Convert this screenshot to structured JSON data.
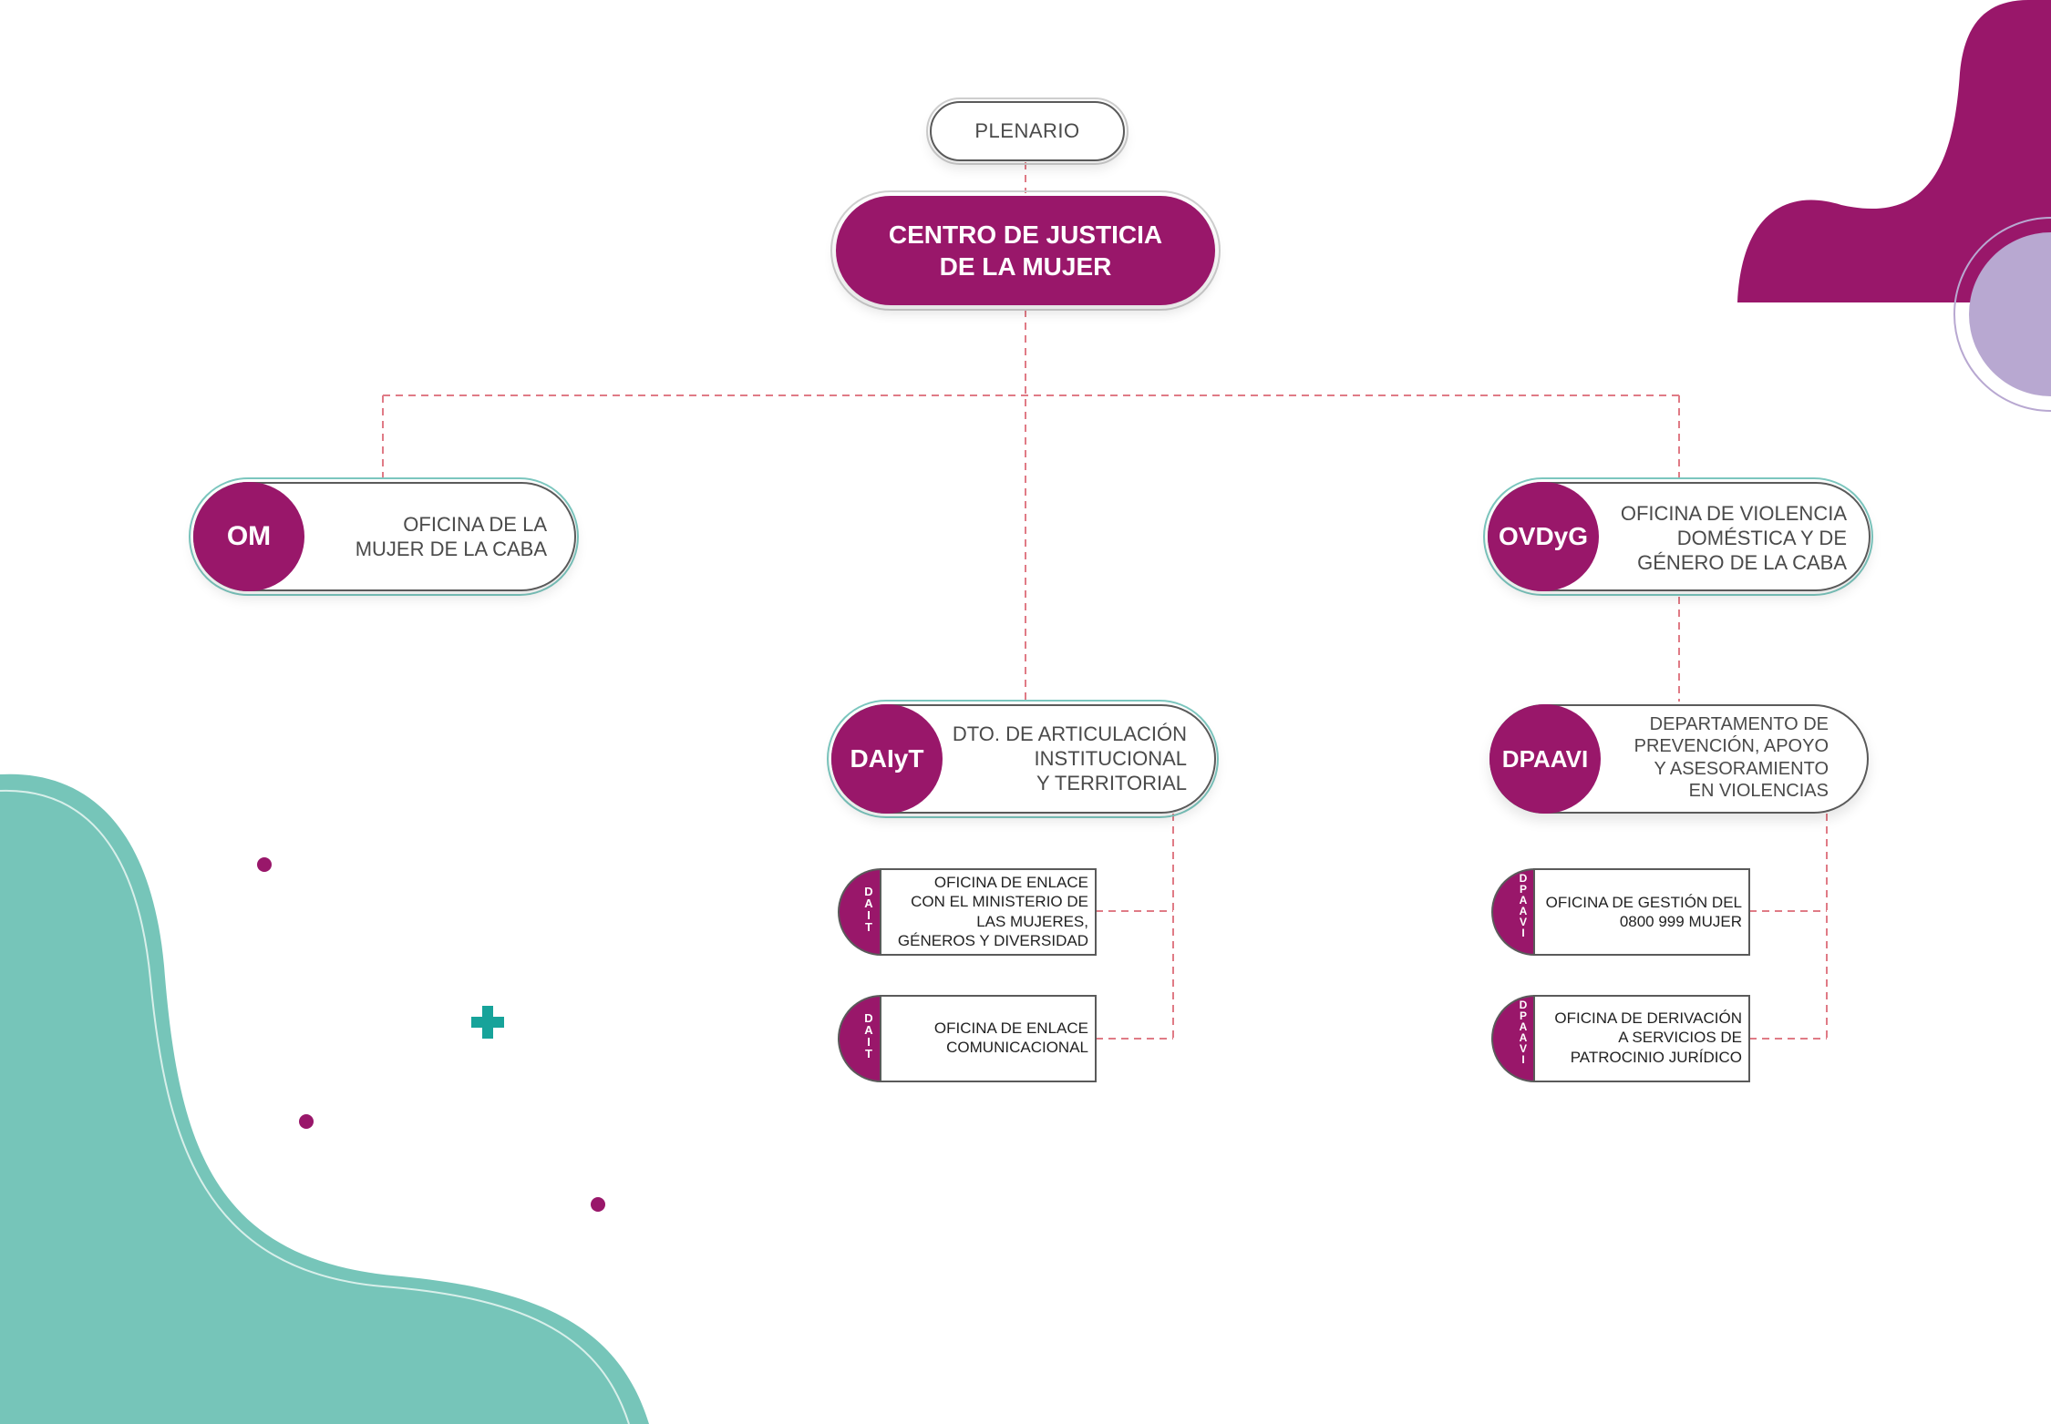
{
  "colors": {
    "primary": "#99176a",
    "teal": "#76c5b9",
    "lavender": "#b8a8d1",
    "connector": "#e07b86"
  },
  "root": {
    "label": "PLENARIO"
  },
  "center": {
    "label": "CENTRO DE JUSTICIA\nDE LA MUJER"
  },
  "om": {
    "code": "OM",
    "label": "OFICINA DE LA\nMUJER DE LA CABA"
  },
  "ovdyg": {
    "code": "OVDyG",
    "label": "OFICINA DE VIOLENCIA\nDOMÉSTICA Y DE\nGÉNERO DE LA CABA"
  },
  "daiyt": {
    "code": "DAIyT",
    "label": "DTO.  DE ARTICULACIÓN\nINSTITUCIONAL\nY TERRITORIAL"
  },
  "dpaavi": {
    "code": "DPAAVI",
    "label": "DEPARTAMENTO DE\nPREVENCIÓN, APOYO\nY ASESORAMIENTO\nEN VIOLENCIAS"
  },
  "dait_offices": [
    {
      "tag": "DAIT",
      "label": "OFICINA DE ENLACE\nCON EL MINISTERIO DE\nLAS MUJERES,\nGÉNEROS Y DIVERSIDAD"
    },
    {
      "tag": "DAIT",
      "label": "OFICINA DE ENLACE\nCOMUNICACIONAL"
    }
  ],
  "dpaavi_offices": [
    {
      "tag": "DPAAVI",
      "label": "OFICINA DE GESTIÓN DEL\n0800 999 MUJER"
    },
    {
      "tag": "DPAAVI",
      "label": "OFICINA DE DERIVACIÓN\nA SERVICIOS DE\nPATROCINIO JURÍDICO"
    }
  ],
  "icons": {
    "plus": "plus-icon",
    "dot": "dot-icon"
  }
}
